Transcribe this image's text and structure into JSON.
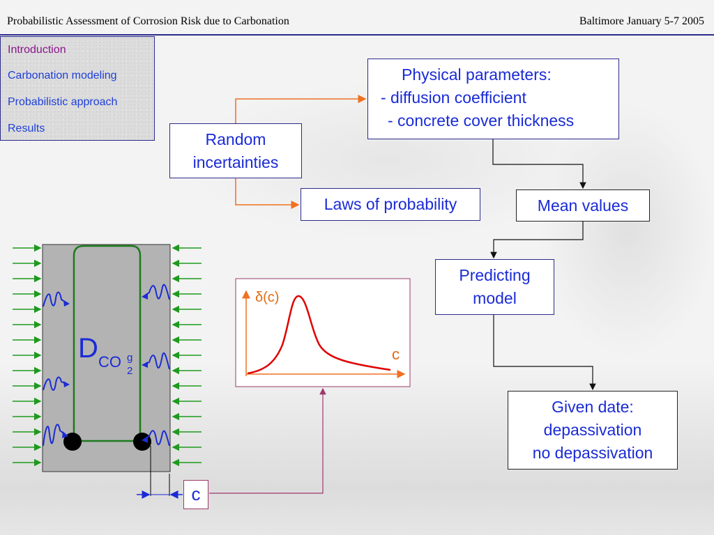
{
  "header": {
    "title": "Probabilistic Assessment of Corrosion Risk due to Carbonation",
    "event": "Baltimore January 5-7 2005"
  },
  "nav": {
    "items": [
      {
        "label": "Introduction",
        "active": true
      },
      {
        "label": "Carbonation modeling",
        "active": false
      },
      {
        "label": "Probabilistic approach",
        "active": false
      },
      {
        "label": "Results",
        "active": false
      }
    ]
  },
  "flow": {
    "physical": {
      "lines": [
        "Physical parameters:",
        "- diffusion coefficient",
        "- concrete cover thickness"
      ]
    },
    "random": {
      "lines": [
        "Random",
        "incertainties"
      ]
    },
    "laws": {
      "label": "Laws of probability"
    },
    "mean": {
      "label": "Mean values"
    },
    "predicting": {
      "lines": [
        "Predicting",
        "model"
      ]
    },
    "given": {
      "lines": [
        "Given date:",
        "depassivation",
        "no depassivation"
      ]
    }
  },
  "section": {
    "D": "D",
    "sub": "CO",
    "sub2": "2",
    "sup": "g",
    "cover": "c"
  },
  "plot": {
    "ylabel": "δ(c)",
    "xlabel": "c"
  },
  "colors": {
    "text_blue": "#1a2bd6",
    "orange": "#f07020",
    "maroon": "#9a3a6a",
    "rebar_green": "#1e7a1e",
    "curve_red": "#e00000",
    "concrete": "#b3b3b3"
  }
}
